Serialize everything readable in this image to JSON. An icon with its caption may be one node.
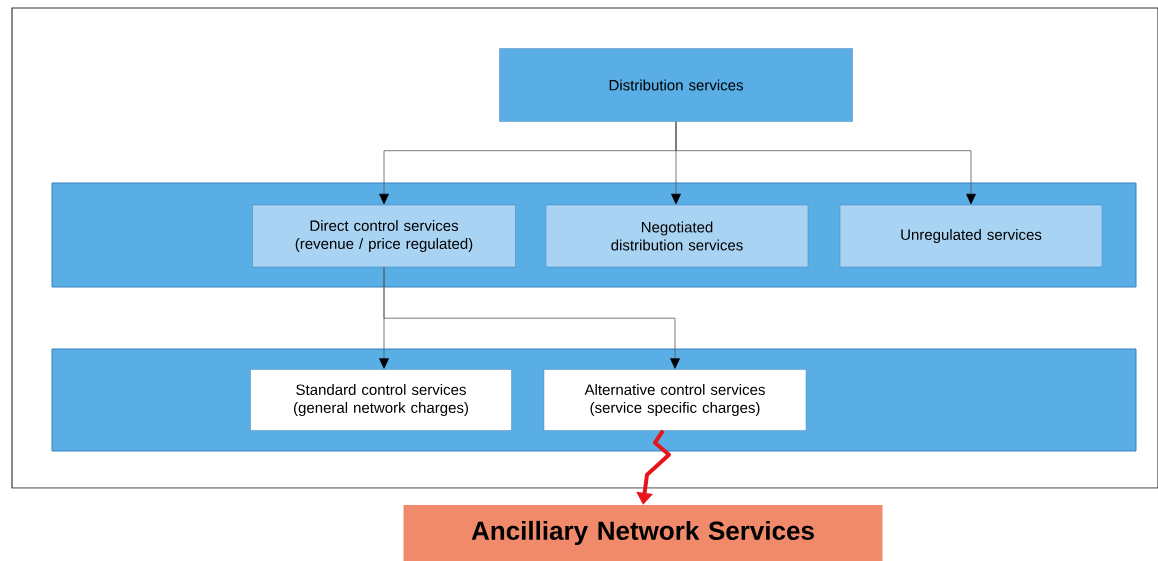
{
  "diagram": {
    "nodes": [
      {
        "text": [
          "Distribution services"
        ]
      },
      {
        "text": [],
        "shape": "bar"
      },
      {
        "text": [
          "Direct control services (revenue / price regulated)"
        ],
        "in": 1
      },
      {
        "text": [
          "Negotiated distribution services"
        ],
        "in": 1
      },
      {
        "text": [
          "Unregulated services"
        ],
        "in": 1
      },
      {
        "text": [],
        "shape": "bar"
      },
      {
        "text": [
          "Standard control services (general network charges)"
        ],
        "in": 5
      },
      {
        "text": [
          "Alternative control services (service specific charges)"
        ],
        "in": 5
      },
      {
        "text": [
          "Ancilliary Network Services"
        ]
      }
    ],
    "edges": [
      {
        "from": 0,
        "to": 2,
        "arrow": "to"
      },
      {
        "from": 0,
        "to": 3,
        "arrow": "to"
      },
      {
        "from": 0,
        "to": 4,
        "arrow": "to"
      },
      {
        "from": 2,
        "to": 6,
        "arrow": "to"
      },
      {
        "from": 2,
        "to": 7,
        "arrow": "to"
      },
      {
        "from": 7,
        "to": 8,
        "arrow": "to",
        "style": "thick",
        "color": "#e8141c"
      }
    ]
  }
}
